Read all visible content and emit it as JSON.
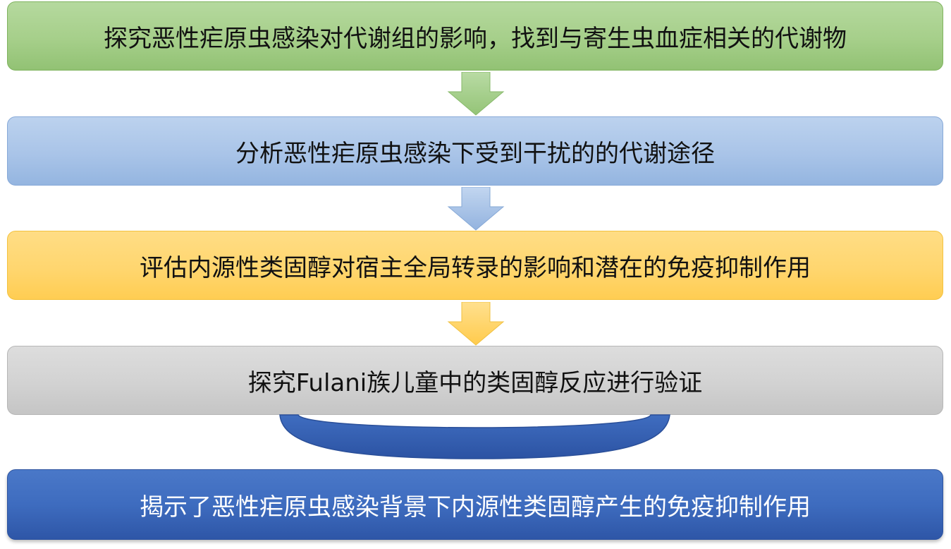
{
  "steps": [
    {
      "text": "探究恶性疟原虫感染对代谢组的影响，找到与寄生虫血症相关的代谢物"
    },
    {
      "text": "分析恶性疟原虫感染下受到干扰的的代谢途径"
    },
    {
      "text": "评估内源性类固醇对宿主全局转录的影响和潜在的免疫抑制作用"
    },
    {
      "text": "探究Fulani族儿童中的类固醇反应进行验证"
    }
  ],
  "result": {
    "text": "揭示了恶性疟原虫感染背景下内源性类固醇产生的免疫抑制作用"
  },
  "colors": {
    "green": "#a6cf8a",
    "blue": "#a9c4e8",
    "yellow": "#ffd66f",
    "gray": "#d2d2d2",
    "dark_blue": "#3e6cbf"
  }
}
